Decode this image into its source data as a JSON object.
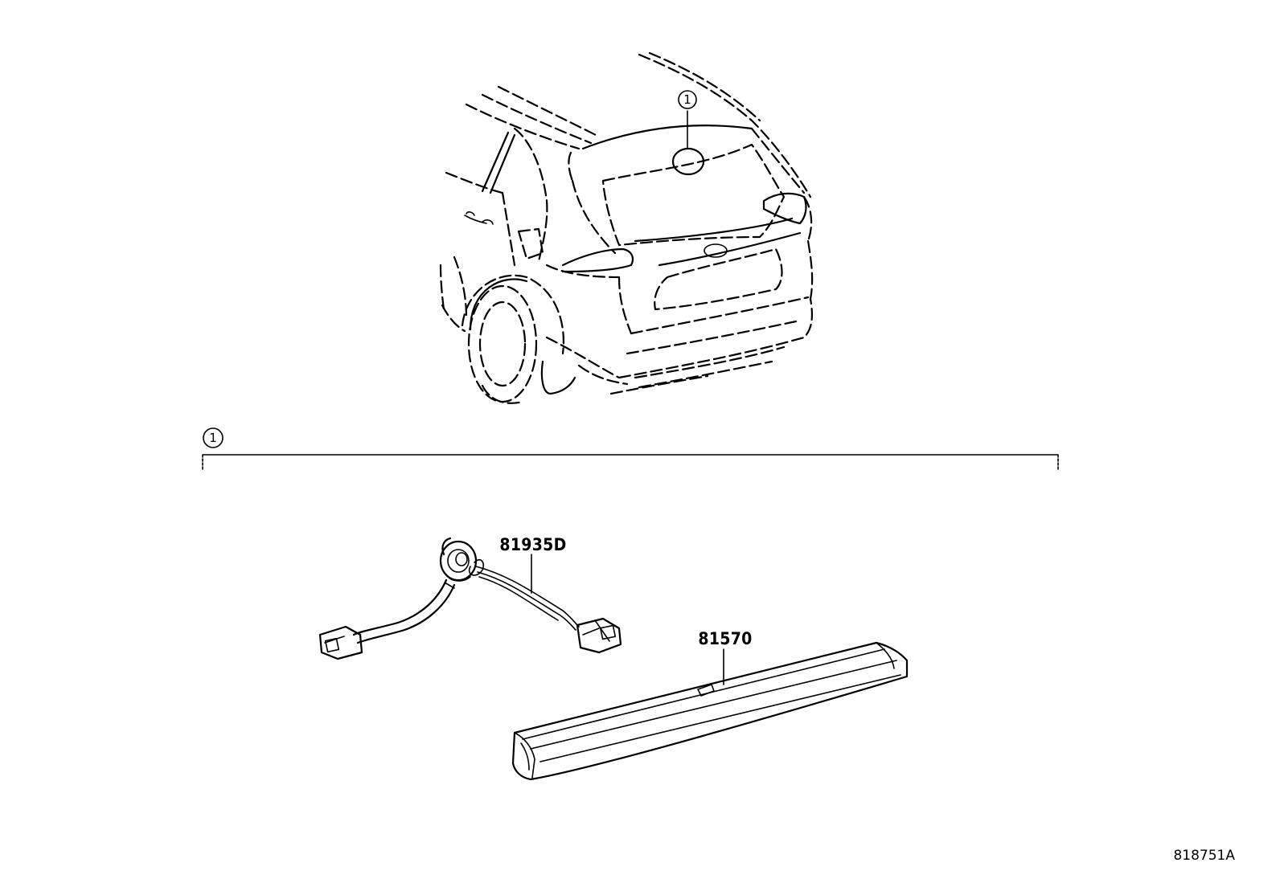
{
  "callouts": {
    "vehicle_marker": "1",
    "group_marker": "1"
  },
  "parts": {
    "wire_harness": "81935D",
    "stop_lamp": "81570"
  },
  "illustration_ref": "818751A"
}
